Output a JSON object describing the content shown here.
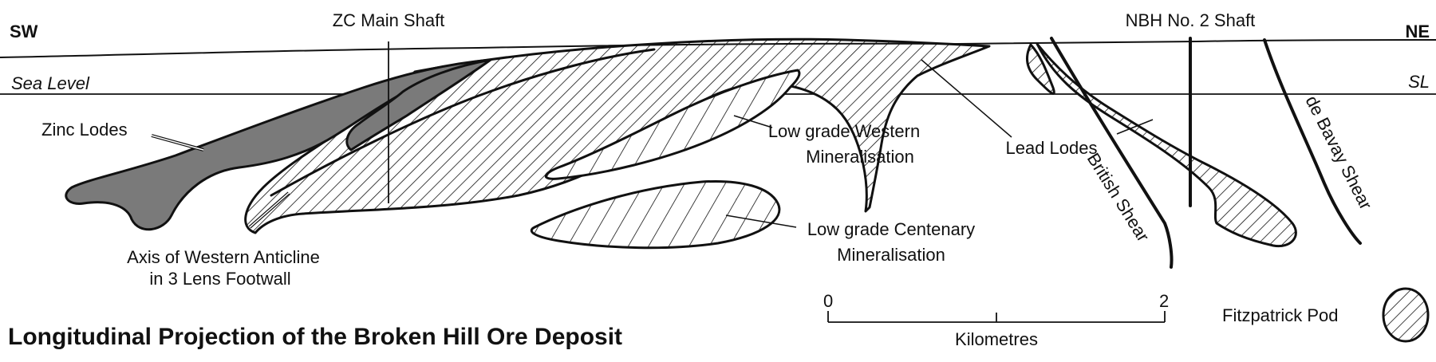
{
  "diagram": {
    "title": "Longitudinal Projection of the Broken Hill Ore Deposit",
    "direction_left": "SW",
    "direction_right": "NE",
    "sea_level_left": "Sea Level",
    "sea_level_right": "SL",
    "shafts": [
      {
        "label": "ZC Main Shaft"
      },
      {
        "label": "NBH No. 2 Shaft"
      }
    ],
    "labels": {
      "zinc_lodes": "Zinc Lodes",
      "lead_lodes": "Lead Lodes",
      "western_line1": "Low grade Western",
      "western_line2": "Mineralisation",
      "centenary_line1": "Low grade Centenary",
      "centenary_line2": "Mineralisation",
      "anticline_line1": "Axis of Western Anticline",
      "anticline_line2": "in 3 Lens Footwall",
      "british_shear": "British Shear",
      "de_bavay_shear": "de Bavay Shear",
      "fitzpatrick_pod": "Fitzpatrick Pod"
    },
    "scale_bar": {
      "start": "0",
      "end": "2",
      "unit": "Kilometres"
    },
    "colors": {
      "zinc_fill": "#7a7a7a",
      "line": "#111111",
      "background": "#ffffff"
    }
  }
}
